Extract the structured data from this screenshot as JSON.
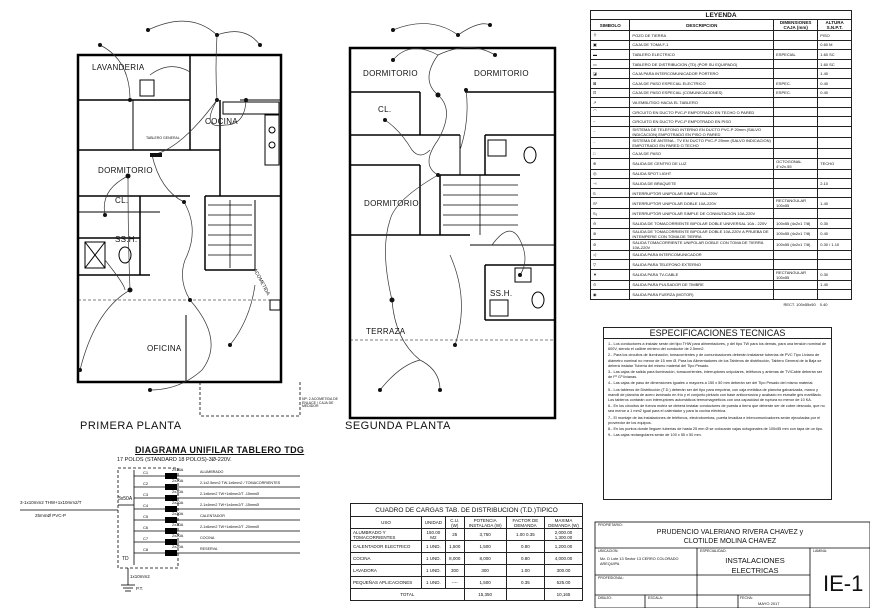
{
  "plans": {
    "first": {
      "title": "PRIMERA PLANTA",
      "rooms": {
        "lavanderia": "LAVANDERIA",
        "cocina": "COCINA",
        "dormitorio": "DORMITORIO",
        "cl": "CL.",
        "ssh": "SS.H.",
        "oficina": "OFICINA"
      },
      "notes": {
        "acometida": "ACOMETIDA",
        "caja_nota": "NP: 2 ACOMETIDA DE ENLACE / CAJA DE MEDIDOR",
        "tablero": "TABLERO GENERAL"
      }
    },
    "second": {
      "title": "SEGUNDA PLANTA",
      "rooms": {
        "dorm1": "DORMITORIO",
        "dorm2": "DORMITORIO",
        "cl": "CL.",
        "dorm3": "DORMITORIO",
        "ssh": "SS.H.",
        "terraza": "TERRAZA"
      }
    }
  },
  "unifilar": {
    "title": "DIAGRAMA UNIFILAR TABLERO TDG",
    "subtitle": "17 POLOS (STANDARD 18 POLOS)-3Ø-220V.",
    "main_breaker": "3x50A",
    "feeder": "3-1x10mm2 THW+1x10mm2/T",
    "conduit": "25mmØ PVC-P",
    "ground": "1x10mm2",
    "ground_label": "P.T.",
    "td_label": "TD",
    "circuits": [
      {
        "id": "C1",
        "breaker": "2x16A",
        "desc": "ALUMBRADO"
      },
      {
        "id": "C2",
        "breaker": "2x20A",
        "desc": "2-1x2.5mm2 TW-1x6mm2 / TOMACORRIENTES"
      },
      {
        "id": "C3",
        "breaker": "2x30A",
        "desc": "2-1x6mm2 TW+1x6mm2/T -15mmØ"
      },
      {
        "id": "C4",
        "breaker": "2x20A",
        "desc": "2-1x4mm2 TW+1x4mm2/T -15mmØ"
      },
      {
        "id": "C5",
        "breaker": "2x20A",
        "desc": "CALENTADOR"
      },
      {
        "id": "C6",
        "breaker": "2x30A",
        "desc": "2-1x6mm2 TW+1x6mm2/T -20mmØ"
      },
      {
        "id": "C7",
        "breaker": "2x20A",
        "desc": "COCINA"
      },
      {
        "id": "C8",
        "breaker": "2x20A",
        "desc": "RESERVA"
      }
    ]
  },
  "legend": {
    "title": "LEYENDA",
    "headers": [
      "SIMBOLO",
      "DESCRIPCION",
      "DIMENSIONES CAJA (mm)",
      "ALTURA S.N.P.T."
    ],
    "rows": [
      [
        "POZO DE TIERRA",
        "",
        "PISO"
      ],
      [
        "CAJA DE TOMA F-1",
        "",
        "0.60 M"
      ],
      [
        "TABLERO ELECTRICO",
        "ESPECIAL",
        "1.60 SC"
      ],
      [
        "TABLERO DE DISTRIBUCION (TD) (POR SU EQUIPADO)",
        "",
        "1.60 SC"
      ],
      [
        "CAJA PARA INTERCOMUNICADOR PORTERO",
        "",
        "1.40"
      ],
      [
        "CAJA DE PASO ESPECIAL ELECTRICO",
        "ESPEC.",
        "0.40"
      ],
      [
        "CAJA DE PASO ESPECIAL (COMUNICACIONES)",
        "ESPEC.",
        "0.40"
      ],
      [
        "VA EMBUTIDO HACIA EL TABLERO",
        "",
        ""
      ],
      [
        "CIRCUITO EN DUCTO PVC-P EMPOTRADO EN TECHO O PARED",
        "",
        ""
      ],
      [
        "CIRCUITO EN DUCTO PVC-P EMPOTRADO EN PISO",
        "",
        ""
      ],
      [
        "SISTEMA DE TELEFONO INTERNO EN DUCTO PVC-P 20mm (SALVO INDICACION) EMPOTRADO EN PISO O PARED",
        "",
        ""
      ],
      [
        "SISTEMA DE ANTENA - TV EN DUCTO PVC-P 25mm (SALVO INDICACION) EMPOTRADO EN PARED O TECHO",
        "",
        ""
      ],
      [
        "CAJA DE PASO",
        "",
        ""
      ],
      [
        "SALIDA DE CENTRO DE LUZ",
        "OCTOGONAL 4\"x2x.55",
        "TECHO"
      ],
      [
        "SALIDA SPOT LIGHT",
        "",
        ""
      ],
      [
        "SALIDA DE BRAQUETE",
        "",
        "2.10"
      ],
      [
        "INTERRUPTOR UNIPOLAR SIMPLE 10A-220V",
        "",
        ""
      ],
      [
        "INTERRUPTOR UNIPOLAR DOBLE 10A-220V",
        "RECTANGULAR 100x55",
        "1.40"
      ],
      [
        "INTERRUPTOR UNIPOLAR SIMPLE DE CONMUTACION 10A-220V",
        "",
        ""
      ],
      [
        "SALIDA DE TOMACORRIENTE BIPOLAR DOBLE UNIVERSAL 10A - 220V",
        "100x55 (4x2x1 7/8)",
        "0.30"
      ],
      [
        "SALIDA DE TOMACORRIENTE BIPOLAR DOBLE 10A-220V A PRUEBA DE INTEMPERIE CON TOMA DE TIERRA",
        "100x55 (4x2x1 7/8)",
        "0.40"
      ],
      [
        "SALIDA TOMACORRIENTE UNIPOLAR DOBLE CON TOMA DE TIERRA 10A-220V",
        "100x55 (4x2x1 7/8)",
        "0.30 / 1.10"
      ],
      [
        "SALIDA PARA INTERCOMUNICADOR",
        "",
        ""
      ],
      [
        "SALIDA PARA TELEFONO EXTERNO",
        "",
        ""
      ],
      [
        "SALIDA PARA TV-CABLE",
        "RECTANGULAR 100x55",
        "0.30"
      ],
      [
        "SALIDA PARA PULSADOR DE TIMBRE",
        "",
        "1.40"
      ],
      [
        "SALIDA PARA FUERZA (MOTOR)",
        "",
        ""
      ]
    ],
    "footer": [
      "RECT. 100x55x50",
      "0.40"
    ]
  },
  "specs": {
    "title": "ESPECIFICACIONES   TECNICAS",
    "items": [
      "1.- Los conductores a instalar serán del tipo THW para alimentadores, y del tipo TW para los demás, para una tensión nominal de 600V, siendo el calibre mínimo del conductor de 2.5mm2.",
      "2.- Para los circuitos de iluminación, tomacorrientes y de comunicaciones deberán instalarse tuberías de PVC Tipo Liviano de diámetro nominal no menor de 15 mm Ø. Para los Alimentadores de los Tableros de distribución, Tablero General de la Baja se deberá instalar Tubería del mismo material del Tipo Pesado.",
      "3.- Las cajas de salida para iluminación, tomacorrientes, interruptores unipolares, teléfonos y antenas de TV/Cable deberán ser de Fº Gº livianas.",
      "4.- Las cajas de paso de dimensiones iguales o mayores a 150 x 50 mm deberán ser del Tipo Pesado del mismo material.",
      "5.- Los tableros de Distribución (T.D.) deberán ser del tipo para empotrar, con caja metálica de plancha galvanizada, marco y mandil de plancha de acero laminado en frío y el conjunto pintado con base anticorrosiva y acabado en esmalte gris martillado. Los tableros contarán con interruptores automáticos termomagnéticos con una capacidad de ruptura no menor de 10 KA.",
      "6.- En los circuitos de fuerza motriz se deberá instalar conductores de puesta a tierra que deberán ser de cobre desnudo, que no sea menor a 1 mm2 igual para el calentador y para la cocina eléctrica.",
      "7.- El montaje de las instalaciones de teléfonos, electrobombas, puerta levadiza e intercomunicadores serán ejecutadas por el proveedor de los equipos.",
      "8.- En los puntos donde lleguen tuberías de hasta 25 mm Ø se colocarán cajas octogonales de 100x55 mm con tapa de un tipo.",
      "9.- Las cajas rectangulares serán de 100 x 55 x 50 mm."
    ]
  },
  "loads": {
    "title": "CUADRO DE CARGAS TAB. DE DISTRIBUCION (T.D.)TIPICO",
    "headers": [
      "USO",
      "UNIDAD",
      "C.U. (W)",
      "POTENCIA INSTALADA (W)",
      "FACTOR DE DEMANDA",
      "MAXIMA DEMANDA (W)"
    ],
    "rows": [
      [
        "ALUMBRADO Y TOMACORRIENTES",
        "150.00 M2",
        "25",
        "3,750",
        "1.00 0.35",
        "2,000.00 1,300.00"
      ],
      [
        "CALENTADOR ELECTRICO",
        "1 UND.",
        "1,500",
        "1,500",
        "0.80",
        "1,200.00"
      ],
      [
        "COCINA",
        "1 UND.",
        "8,000",
        "8,000",
        "0.80",
        "4,000.00"
      ],
      [
        "LAVADORA",
        "1 UND.",
        "300",
        "300",
        "1.00",
        "300.00"
      ],
      [
        "PEQUEÑAS APLICACIONES",
        "1 UND.",
        "----",
        "1,500",
        "0.35",
        "525.00"
      ]
    ],
    "total_label": "TOTAL",
    "total_installed": "15,350",
    "total_demand": "10,165"
  },
  "titleblock": {
    "owner_label": "PROPIETARIO:",
    "owner": "PRUDENCIO VALERIANO RIVERA CHAVEZ y CLOTILDE MOLINA CHAVEZ",
    "location_label": "UBICACION:",
    "location": "Mz. D Lote 13 Sector 13 CERRO COLORADO AREQUIPA",
    "specialty_label": "ESPECIALIDAD:",
    "specialty": "INSTALACIONES ELECTRICAS",
    "professional_label": "PROFESIONAL:",
    "sheet_label": "LAMINA:",
    "sheet": "IE-1",
    "scale_label": "ESCALA:",
    "date_label": "FECHA:",
    "date": "MAYO 2017",
    "drawn_label": "DIBUJO:"
  },
  "colors": {
    "line": "#111111",
    "room_line": "#000000",
    "circuit": "#333333",
    "stamp": "#2e8b2e"
  }
}
